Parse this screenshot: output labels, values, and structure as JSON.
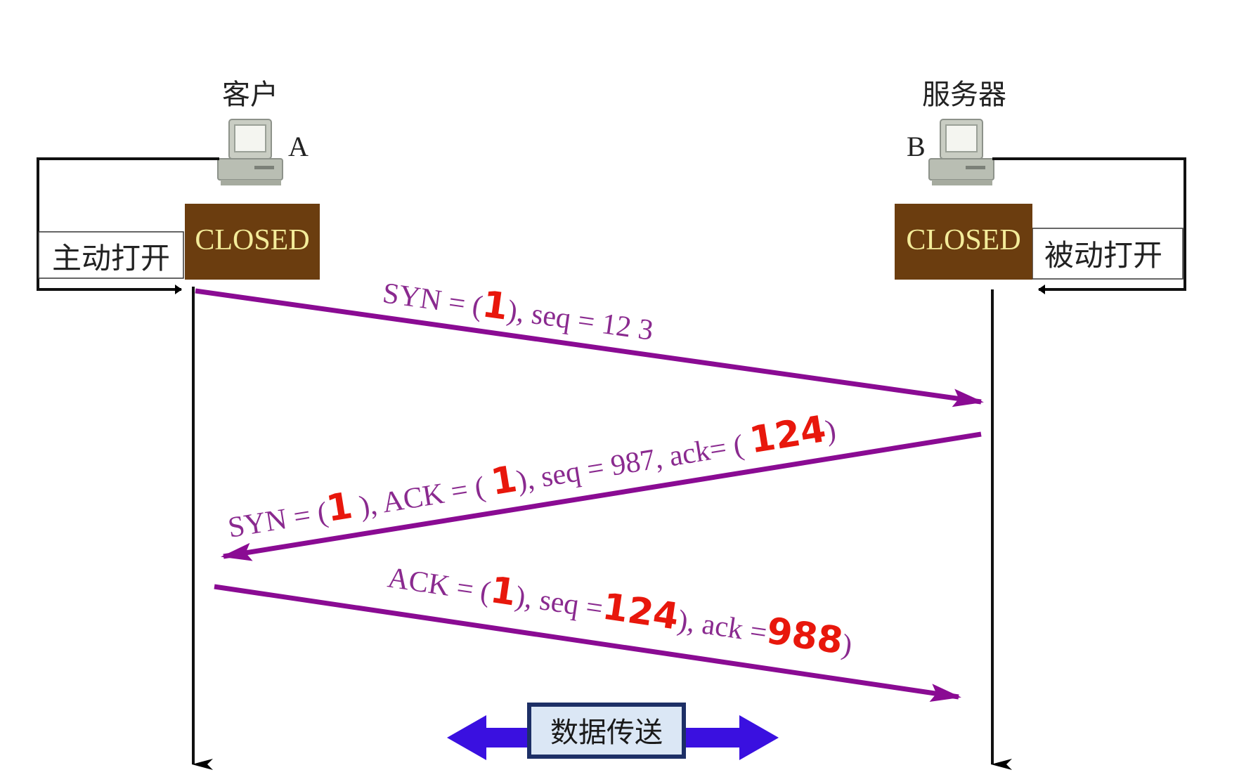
{
  "client": {
    "title": "客户",
    "host_letter": "A",
    "state": "CLOSED",
    "open_label": "主动打开"
  },
  "server": {
    "title": "服务器",
    "host_letter": "B",
    "state": "CLOSED",
    "open_label": "被动打开"
  },
  "messages": [
    {
      "parts": [
        {
          "text": "SYN = ("
        },
        {
          "text": "1",
          "red": true
        },
        {
          "text": "), seq = 12 3"
        }
      ]
    },
    {
      "parts": [
        {
          "text": "SYN = ("
        },
        {
          "text": "1",
          "red": true
        },
        {
          "text": " ), ACK = ( "
        },
        {
          "text": "1",
          "red": true
        },
        {
          "text": "), seq = 987, ack= ( "
        },
        {
          "text": "124",
          "red": true
        },
        {
          "text": ")"
        }
      ]
    },
    {
      "parts": [
        {
          "text": "ACK = ("
        },
        {
          "text": "1",
          "red": true
        },
        {
          "text": "), seq ="
        },
        {
          "text": "124",
          "red": true
        },
        {
          "text": "), ack ="
        },
        {
          "text": "988",
          "red": true
        },
        {
          "text": ")"
        }
      ]
    }
  ],
  "data_transfer_label": "数据传送",
  "colors": {
    "message_arrow": "#8a0b93",
    "message_text": "#8a2a8f",
    "highlight_red": "#e8170c",
    "state_box": "#6b3d0f",
    "state_text": "#f3ec9a",
    "transfer_arrow": "#3a10e0",
    "transfer_box_border": "#1d2f66",
    "transfer_box_fill": "#dbe7f5"
  }
}
